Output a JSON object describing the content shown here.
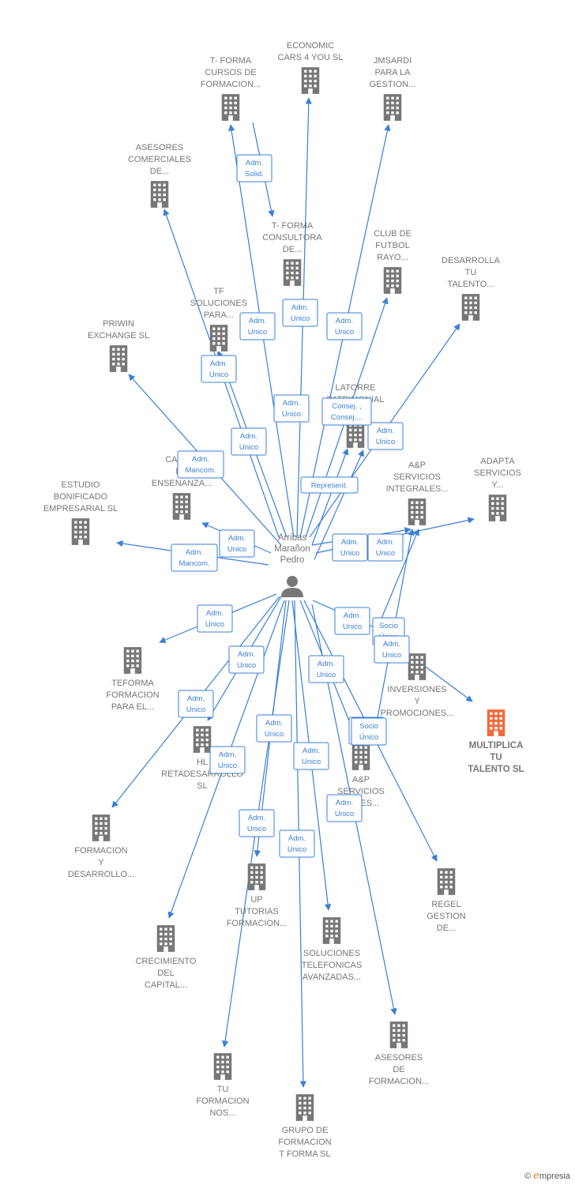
{
  "center": {
    "name": [
      "Arribas",
      "Marañon",
      "Pedro"
    ]
  },
  "colors": {
    "edge": "#3a7fd5",
    "building": "#777777",
    "highlight": "#f26a3c"
  },
  "brand": {
    "copyright": "©",
    "name": "mpresia"
  },
  "nodes": [
    {
      "id": "economic",
      "label": [
        "ECONOMIC",
        "CARS 4 YOU SL"
      ]
    },
    {
      "id": "tforma-cursos",
      "label": [
        "T- FORMA",
        "CURSOS DE",
        "FORMACION..."
      ]
    },
    {
      "id": "jmsardi",
      "label": [
        "JMSARDI",
        "PARA LA",
        "GESTION..."
      ]
    },
    {
      "id": "asesores-comerciales",
      "label": [
        "ASESORES",
        "COMERCIALES",
        "DE..."
      ]
    },
    {
      "id": "tforma-consultora",
      "label": [
        "T- FORMA",
        "CONSULTORA",
        "DE..."
      ]
    },
    {
      "id": "club-futbol",
      "label": [
        "CLUB DE",
        "FUTBOL",
        "RAYO..."
      ]
    },
    {
      "id": "desarrolla",
      "label": [
        "DESARROLLA",
        "TU",
        "TALENTO..."
      ]
    },
    {
      "id": "tf-soluciones",
      "label": [
        "TF",
        "SOLUCIONES",
        "PARA..."
      ]
    },
    {
      "id": "priwin",
      "label": [
        "PRIWIN",
        "EXCHANGE SL"
      ]
    },
    {
      "id": "latorre",
      "label": [
        "LATORRE",
        "PATRIMONIAL",
        ""
      ]
    },
    {
      "id": "calidad",
      "label": [
        "CALID...",
        "L...",
        "ENSENANZA..."
      ]
    },
    {
      "id": "ap-integrales",
      "label": [
        "A&P",
        "SERVICIOS",
        "INTEGRALES..."
      ]
    },
    {
      "id": "adapta",
      "label": [
        "ADAPTA",
        "SERVICIOS",
        "Y..."
      ]
    },
    {
      "id": "estudio",
      "label": [
        "ESTUDIO",
        "BONIFICADO",
        "EMPRESARIAL SL"
      ]
    },
    {
      "id": "teforma",
      "label": [
        "TEFORMA",
        "FORMACION",
        "PARA EL..."
      ]
    },
    {
      "id": "inversiones",
      "label": [
        "INVERSIONES",
        "Y",
        "PROMOCIONES..."
      ]
    },
    {
      "id": "multiplica",
      "label": [
        "MULTIPLICA",
        "TU",
        "TALENTO  SL"
      ]
    },
    {
      "id": "hl",
      "label": [
        "HL",
        "RETADESARROLLO",
        "SL"
      ]
    },
    {
      "id": "ap-servicios2",
      "label": [
        "A&P",
        "SERVICIOS",
        "...ALES..."
      ]
    },
    {
      "id": "formacion-desarrollo",
      "label": [
        "FORMACION",
        "Y",
        "DESARROLLO..."
      ]
    },
    {
      "id": "up-tutorias",
      "label": [
        "UP",
        "TUTORIAS",
        "FORMACION..."
      ]
    },
    {
      "id": "regel",
      "label": [
        "REGEL",
        "GESTION",
        "DE..."
      ]
    },
    {
      "id": "crecimiento",
      "label": [
        "CRECIMIENTO",
        "DEL",
        "CAPITAL..."
      ]
    },
    {
      "id": "soluciones-telefonicas",
      "label": [
        "SOLUCIONES",
        "TELEFONICAS",
        "AVANZADAS..."
      ]
    },
    {
      "id": "asesores-formacion",
      "label": [
        "ASESORES",
        "DE",
        "FORMACION..."
      ]
    },
    {
      "id": "tu-formacion",
      "label": [
        "TU",
        "FORMACION",
        "NOS..."
      ]
    },
    {
      "id": "grupo-formacion",
      "label": [
        "GRUPO DE",
        "FORMACION",
        "T FORMA  SL"
      ]
    }
  ],
  "edges": [
    {
      "label": [
        "Adm.",
        "Unico"
      ]
    },
    {
      "label": [
        "Adm.",
        "Unico"
      ]
    },
    {
      "label": [
        "Adm.",
        "Unico"
      ]
    },
    {
      "label": [
        "Adm.",
        "Unico"
      ]
    },
    {
      "label": [
        "Adm.",
        "Solid."
      ]
    },
    {
      "label": [
        "Adm.",
        "Unico"
      ]
    },
    {
      "label": [
        "Adm.",
        "Unico"
      ]
    },
    {
      "label": [
        "Adm.",
        "Unico"
      ]
    },
    {
      "label": [
        "Adm.",
        "Mancom."
      ]
    },
    {
      "label": [
        "Consej. ,",
        "Consej...."
      ]
    },
    {
      "label": [
        "Represent."
      ]
    },
    {
      "label": [
        "Adm.",
        "Unico"
      ]
    },
    {
      "label": [
        "Adm.",
        "Unico"
      ]
    },
    {
      "label": [
        "Adm.",
        "Unico"
      ]
    },
    {
      "label": [
        "Adm.",
        "Mancom."
      ]
    },
    {
      "label": [
        "Adm.",
        "Unico"
      ]
    },
    {
      "label": [
        "Adm.",
        "Unico"
      ]
    },
    {
      "label": [
        "Socio",
        "Único"
      ]
    },
    {
      "label": [
        "Adm.",
        "Unico"
      ]
    },
    {
      "label": [
        "Adm.",
        "Unico"
      ]
    },
    {
      "label": [
        "Adm.",
        "Unico"
      ]
    },
    {
      "label": [
        "Adm.",
        "Unico"
      ]
    },
    {
      "label": [
        "Adm.",
        "Unico"
      ]
    },
    {
      "label": [
        "Adm.",
        "Unico"
      ]
    },
    {
      "label": [
        "Adm.",
        "Unico"
      ]
    },
    {
      "label": [
        "Adm.",
        "Unico"
      ]
    },
    {
      "label": [
        "Adm.",
        "Unico"
      ]
    },
    {
      "label": [
        "Adm.",
        "Unico"
      ]
    },
    {
      "label": [
        "Adm.",
        "Unico"
      ]
    },
    {
      "label": [
        "Socio",
        "Único"
      ]
    }
  ]
}
